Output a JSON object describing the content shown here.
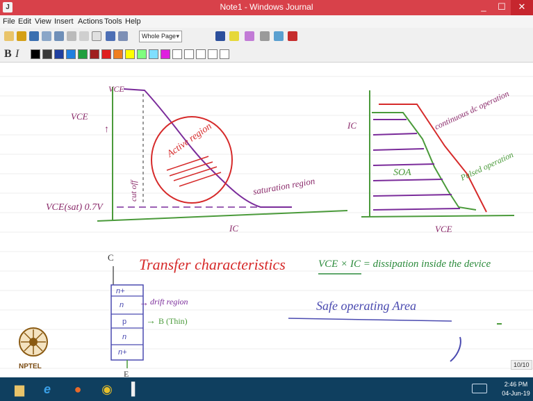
{
  "window": {
    "title": "Note1 - Windows Journal",
    "minimize": "_",
    "maximize": "☐",
    "close": "✕",
    "app_icon": "J"
  },
  "menu": [
    "File",
    "Edit",
    "View",
    "Insert",
    "Actions",
    "Tools",
    "Help"
  ],
  "toolbar": {
    "zoom_value": "Whole Page",
    "bold_label": "B",
    "italic_label": "I",
    "swatch_colors": [
      "#000000",
      "#3a3a3a",
      "#1f3f9f",
      "#1f7fdf",
      "#1f9f3f",
      "#9f1f1f",
      "#df1f1f",
      "#ef7f1f",
      "#ffff00",
      "#7fff7f",
      "#7fdfff",
      "#df1fdf",
      "#ffffff",
      "#ffffff",
      "#ffffff",
      "#ffffff",
      "#ffffff"
    ]
  },
  "notes": {
    "graph1": {
      "y_axis": "VCE",
      "y_top": "VCE",
      "saturation_voltage": "VCE(sat) 0.7V",
      "cutoff": "cut off",
      "active_region": "Active region",
      "saturation_region": "saturation region",
      "x_axis": "IC"
    },
    "graph2": {
      "y_axis": "IC",
      "continuous": "continuous dc operation",
      "pulsed": "Pulsed operation",
      "soa": "SOA",
      "x_axis": "VCE"
    },
    "transfer_heading": "Transfer characteristics",
    "dissipation": "VCE × IC = dissipation inside the device",
    "safe_area": "Safe operating Area",
    "structure": {
      "collector": "C",
      "emitter": "E",
      "layers": [
        "n+",
        "n",
        "p",
        "n",
        "n+"
      ],
      "drift_label": "drift region",
      "base_label": "B (Thin)"
    }
  },
  "page_indicator": "10/10",
  "brand": "NPTEL",
  "taskbar": {
    "time": "2:46 PM",
    "date": "04-Jun-19"
  }
}
